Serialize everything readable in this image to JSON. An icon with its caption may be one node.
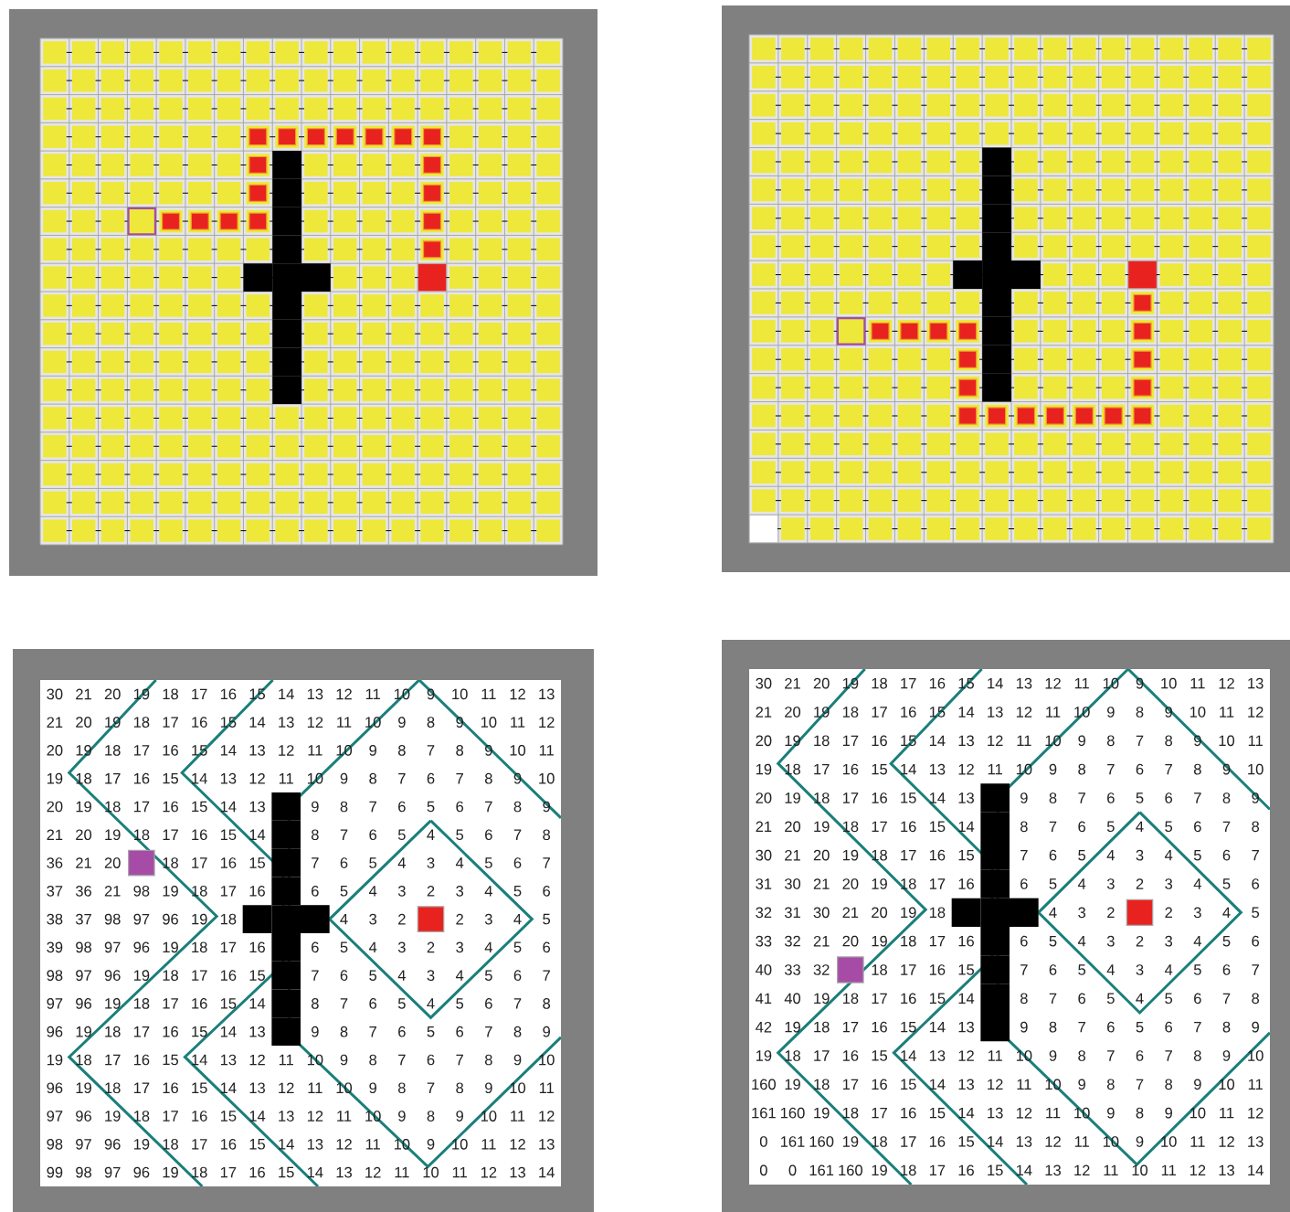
{
  "diagram": {
    "labels": [
      "30",
      "21",
      "20",
      "19",
      "18",
      "17",
      "16",
      "15",
      "14",
      "13",
      "12",
      "11",
      "10",
      "9",
      "10",
      "11",
      "12",
      "13",
      "21",
      "20",
      "19",
      "18",
      "17",
      "16",
      "15",
      "14",
      "13",
      "12",
      "11",
      "10",
      "9",
      "8",
      "9",
      "10",
      "11",
      "12",
      "20",
      "19",
      "18",
      "17",
      "16",
      "15",
      "14",
      "13",
      "12",
      "11",
      "10",
      "9",
      "8",
      "7",
      "8",
      "9",
      "10",
      "11",
      "19",
      "18",
      "17",
      "16",
      "15",
      "14",
      "13",
      "12",
      "11",
      "10",
      "9",
      "8",
      "7",
      "6",
      "7",
      "8",
      "9",
      "10",
      "20",
      "19",
      "18",
      "17",
      "16",
      "15",
      "14",
      "13",
      "9",
      "8",
      "7",
      "6",
      "5",
      "6",
      "7",
      "8",
      "9",
      "21",
      "20",
      "19",
      "18",
      "17",
      "16",
      "15",
      "14",
      "8",
      "7",
      "6",
      "5",
      "4",
      "5",
      "6",
      "7",
      "8",
      "36",
      "21",
      "20",
      "18",
      "17",
      "16",
      "15",
      "7",
      "6",
      "5",
      "4",
      "3",
      "4",
      "5",
      "6",
      "7",
      "37",
      "36",
      "21",
      "98",
      "19",
      "18",
      "17",
      "16",
      "6",
      "5",
      "4",
      "3",
      "2",
      "3",
      "4",
      "5",
      "6",
      "38",
      "37",
      "98",
      "97",
      "96",
      "19",
      "18",
      "4",
      "3",
      "2",
      "2",
      "3",
      "4",
      "5",
      "39",
      "98",
      "97",
      "96",
      "19",
      "18",
      "17",
      "16",
      "6",
      "5",
      "4",
      "3",
      "2",
      "3",
      "4",
      "5",
      "6",
      "98",
      "97",
      "96",
      "19",
      "18",
      "17",
      "16",
      "15",
      "7",
      "6",
      "5",
      "4",
      "3",
      "4",
      "5",
      "6",
      "7",
      "97",
      "96",
      "19",
      "18",
      "17",
      "16",
      "15",
      "14",
      "8",
      "7",
      "6",
      "5",
      "4",
      "5",
      "6",
      "7",
      "8",
      "96",
      "19",
      "18",
      "17",
      "16",
      "15",
      "14",
      "13",
      "9",
      "8",
      "7",
      "6",
      "5",
      "6",
      "7",
      "8",
      "9",
      "19",
      "18",
      "17",
      "16",
      "15",
      "14",
      "13",
      "12",
      "11",
      "10",
      "9",
      "8",
      "7",
      "6",
      "7",
      "8",
      "9",
      "10",
      "96",
      "19",
      "18",
      "17",
      "16",
      "15",
      "14",
      "13",
      "12",
      "11",
      "10",
      "9",
      "8",
      "7",
      "8",
      "9",
      "10",
      "11",
      "97",
      "96",
      "19",
      "18",
      "17",
      "16",
      "15",
      "14",
      "13",
      "12",
      "11",
      "10",
      "9",
      "8",
      "9",
      "10",
      "11",
      "12",
      "98",
      "97",
      "96",
      "19",
      "18",
      "17",
      "16",
      "15",
      "14",
      "13",
      "12",
      "11",
      "10",
      "9",
      "10",
      "11",
      "12",
      "13",
      "99",
      "98",
      "97",
      "96",
      "19",
      "18",
      "17",
      "16",
      "15",
      "14",
      "13",
      "12",
      "11",
      "10",
      "11",
      "12",
      "13",
      "14",
      "30",
      "21",
      "20",
      "19",
      "18",
      "17",
      "16",
      "15",
      "14",
      "13",
      "12",
      "11",
      "10",
      "9",
      "10",
      "11",
      "12",
      "13",
      "21",
      "20",
      "19",
      "18",
      "17",
      "16",
      "15",
      "14",
      "13",
      "12",
      "11",
      "10",
      "9",
      "8",
      "9",
      "10",
      "11",
      "12",
      "20",
      "19",
      "18",
      "17",
      "16",
      "15",
      "14",
      "13",
      "12",
      "11",
      "10",
      "9",
      "8",
      "7",
      "8",
      "9",
      "10",
      "11",
      "19",
      "18",
      "17",
      "16",
      "15",
      "14",
      "13",
      "12",
      "11",
      "10",
      "9",
      "8",
      "7",
      "6",
      "7",
      "8",
      "9",
      "10",
      "20",
      "19",
      "18",
      "17",
      "16",
      "15",
      "14",
      "13",
      "9",
      "8",
      "7",
      "6",
      "5",
      "6",
      "7",
      "8",
      "9",
      "21",
      "20",
      "19",
      "18",
      "17",
      "16",
      "15",
      "14",
      "8",
      "7",
      "6",
      "5",
      "4",
      "5",
      "6",
      "7",
      "8",
      "30",
      "21",
      "20",
      "19",
      "18",
      "17",
      "16",
      "15",
      "7",
      "6",
      "5",
      "4",
      "3",
      "4",
      "5",
      "6",
      "7",
      "31",
      "30",
      "21",
      "20",
      "19",
      "18",
      "17",
      "16",
      "6",
      "5",
      "4",
      "3",
      "2",
      "3",
      "4",
      "5",
      "6",
      "32",
      "31",
      "30",
      "21",
      "20",
      "19",
      "18",
      "4",
      "3",
      "2",
      "2",
      "3",
      "4",
      "5",
      "33",
      "32",
      "21",
      "20",
      "19",
      "18",
      "17",
      "16",
      "6",
      "5",
      "4",
      "3",
      "2",
      "3",
      "4",
      "5",
      "6",
      "40",
      "33",
      "32",
      "18",
      "17",
      "16",
      "15",
      "7",
      "6",
      "5",
      "4",
      "3",
      "4",
      "5",
      "6",
      "7",
      "41",
      "40",
      "19",
      "18",
      "17",
      "16",
      "15",
      "14",
      "8",
      "7",
      "6",
      "5",
      "4",
      "5",
      "6",
      "7",
      "8",
      "42",
      "19",
      "18",
      "17",
      "16",
      "15",
      "14",
      "13",
      "9",
      "8",
      "7",
      "6",
      "5",
      "6",
      "7",
      "8",
      "9",
      "19",
      "18",
      "17",
      "16",
      "15",
      "14",
      "13",
      "12",
      "11",
      "10",
      "9",
      "8",
      "7",
      "6",
      "7",
      "8",
      "9",
      "10",
      "160",
      "19",
      "18",
      "17",
      "16",
      "15",
      "14",
      "13",
      "12",
      "11",
      "10",
      "9",
      "8",
      "7",
      "8",
      "9",
      "10",
      "11",
      "161",
      "160",
      "19",
      "18",
      "17",
      "16",
      "15",
      "14",
      "13",
      "12",
      "11",
      "10",
      "9",
      "8",
      "9",
      "10",
      "11",
      "12",
      "0",
      "161",
      "160",
      "19",
      "18",
      "17",
      "16",
      "15",
      "14",
      "13",
      "12",
      "11",
      "10",
      "9",
      "10",
      "11",
      "12",
      "13",
      "0",
      "0",
      "161",
      "160",
      "19",
      "18",
      "17",
      "16",
      "15",
      "14",
      "13",
      "12",
      "11",
      "10",
      "11",
      "12",
      "13",
      "14"
    ]
  }
}
